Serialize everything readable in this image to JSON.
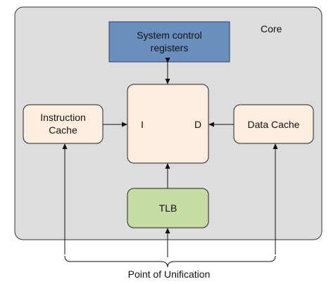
{
  "core": {
    "label": "Core",
    "fill": "#dddddd",
    "stroke": "#333333"
  },
  "blocks": {
    "system_control": {
      "line1": "System control",
      "line2": "registers",
      "fill": "#6a8fbf",
      "stroke": "#2a3f5f"
    },
    "processor": {
      "left_port": "I",
      "right_port": "D",
      "fill": "#fdeee0",
      "stroke": "#222222"
    },
    "instruction_cache": {
      "line1": "Instruction",
      "line2": "Cache",
      "fill": "#fdeee0",
      "stroke": "#222222"
    },
    "data_cache": {
      "label": "Data Cache",
      "fill": "#fdeee0",
      "stroke": "#222222"
    },
    "tlb": {
      "label": "TLB",
      "fill": "#c6dca4",
      "stroke": "#222222"
    }
  },
  "footer": {
    "point_of_unification": "Point of Unification"
  }
}
